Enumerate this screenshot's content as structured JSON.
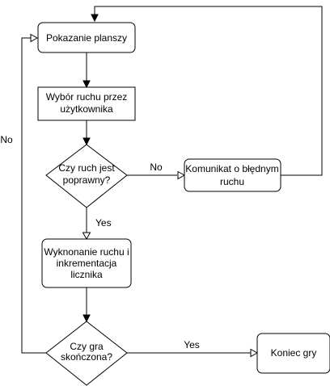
{
  "nodes": {
    "show_board": "Pokazanie planszy",
    "user_move": [
      "Wybór ruchu przez",
      "użytkownika"
    ],
    "valid_move": [
      "Czy ruch jest",
      "poprawny?"
    ],
    "error_message": [
      "Komunikat o błędnym",
      "ruchu"
    ],
    "make_move": [
      "Wyknonanie ruchu i",
      "inkrementacja",
      "licznika"
    ],
    "game_over": [
      "Czy gra",
      "skończona?"
    ],
    "end_game": "Koniec gry"
  },
  "edge_labels": {
    "valid_no": "No",
    "valid_yes": "Yes",
    "over_no": "No",
    "over_yes": "Yes"
  }
}
